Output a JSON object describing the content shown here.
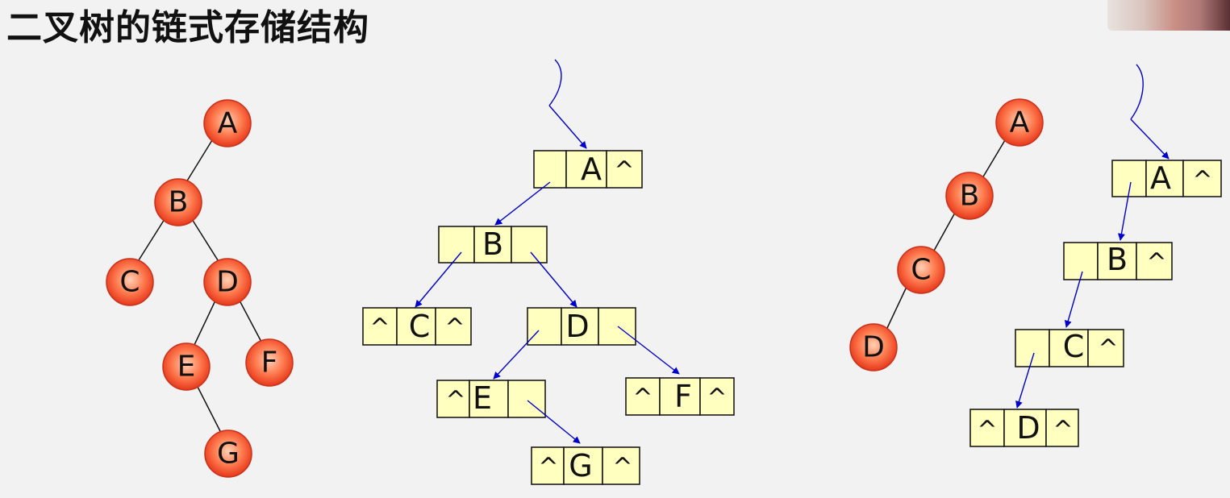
{
  "title": "二叉树的链式存储结构",
  "null_symbol": "^",
  "colors": {
    "background": "#f2f2f2",
    "node_fill_center": "#ffd0b5",
    "node_fill_edge": "#f03d1c",
    "cell_fill": "#ffffc0",
    "arrow": "#0000cc"
  },
  "tree1": {
    "nodes": [
      "A",
      "B",
      "C",
      "D",
      "E",
      "F",
      "G"
    ],
    "edges": [
      [
        "A",
        "B"
      ],
      [
        "B",
        "C"
      ],
      [
        "B",
        "D"
      ],
      [
        "D",
        "E"
      ],
      [
        "D",
        "F"
      ],
      [
        "E",
        "G"
      ]
    ]
  },
  "list1": [
    {
      "data": "A",
      "left": "",
      "right": "^"
    },
    {
      "data": "B",
      "left": "",
      "right": ""
    },
    {
      "data": "C",
      "left": "^",
      "right": "^"
    },
    {
      "data": "D",
      "left": "",
      "right": ""
    },
    {
      "data": "E",
      "left": "^",
      "right": ""
    },
    {
      "data": "F",
      "left": "^",
      "right": "^"
    },
    {
      "data": "G",
      "left": "^",
      "right": "^"
    }
  ],
  "tree2": {
    "nodes": [
      "A",
      "B",
      "C",
      "D"
    ],
    "edges": [
      [
        "A",
        "B"
      ],
      [
        "B",
        "C"
      ],
      [
        "C",
        "D"
      ]
    ]
  },
  "list2": [
    {
      "data": "A",
      "left": "",
      "right": "^"
    },
    {
      "data": "B",
      "left": "",
      "right": "^"
    },
    {
      "data": "C",
      "left": "",
      "right": "^"
    },
    {
      "data": "D",
      "left": "^",
      "right": "^"
    }
  ],
  "webcam_icon": "webcam-thumbnail"
}
